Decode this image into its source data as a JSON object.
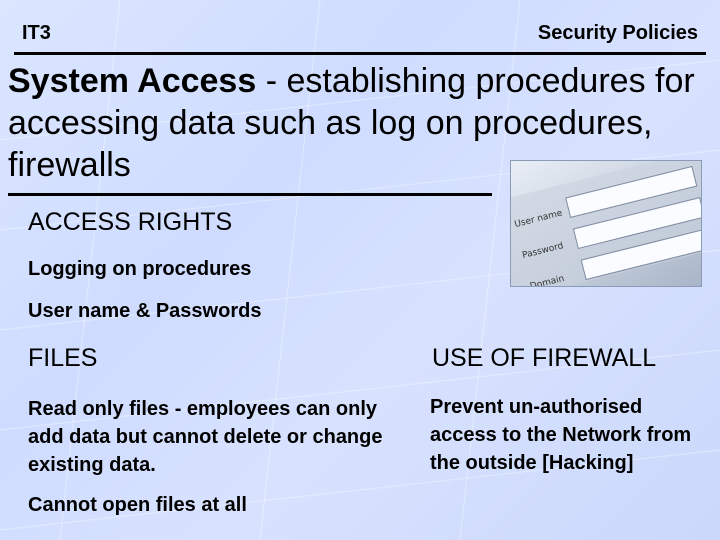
{
  "header": {
    "course": "IT3",
    "section": "Security Policies"
  },
  "title": {
    "bold": "System Access",
    "rest": " - establishing procedures for accessing data such as log on procedures, firewalls"
  },
  "image": {
    "labels": [
      "User name",
      "Password",
      "Domain"
    ]
  },
  "access": {
    "heading": "ACCESS RIGHTS",
    "items": [
      "Logging on procedures",
      "User name & Passwords"
    ]
  },
  "files": {
    "heading": "FILES",
    "read_only": "Read only files  -  employees can only add data but cannot delete or change existing data.",
    "cannot_open": "Cannot open files at all"
  },
  "firewall": {
    "heading": "USE OF FIREWALL",
    "text": "Prevent un-authorised access to the Network from the outside [Hacking]"
  },
  "colors": {
    "background": "#d6e1ff",
    "text": "#000000"
  }
}
